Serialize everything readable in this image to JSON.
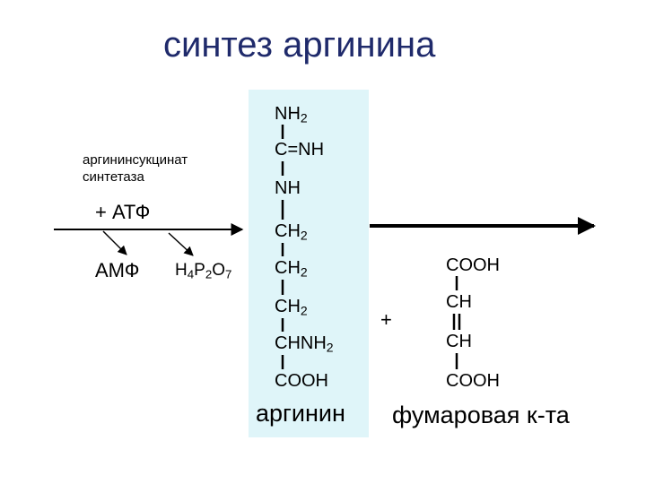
{
  "title": "синтез аргинина",
  "enzyme": {
    "line1": "аргининсукцинат",
    "line2": "синтетаза"
  },
  "reagents": {
    "atp": "+ АТФ",
    "amp": "АМФ",
    "pyrophosphate": "H4P2O7"
  },
  "arginine": {
    "formula": [
      "NH2",
      "C=NH",
      "NH",
      "CH2",
      "CH2",
      "CH2",
      "CHNH2",
      "COOH"
    ],
    "name": "аргинин",
    "highlight_color": "#dff5f9"
  },
  "fumarate": {
    "formula": [
      "COOH",
      "CH",
      "CH",
      "COOH"
    ],
    "name": "фумаровая к-та"
  },
  "plus_sign": "+",
  "colors": {
    "title": "#1f2a6b",
    "text": "#000000"
  }
}
